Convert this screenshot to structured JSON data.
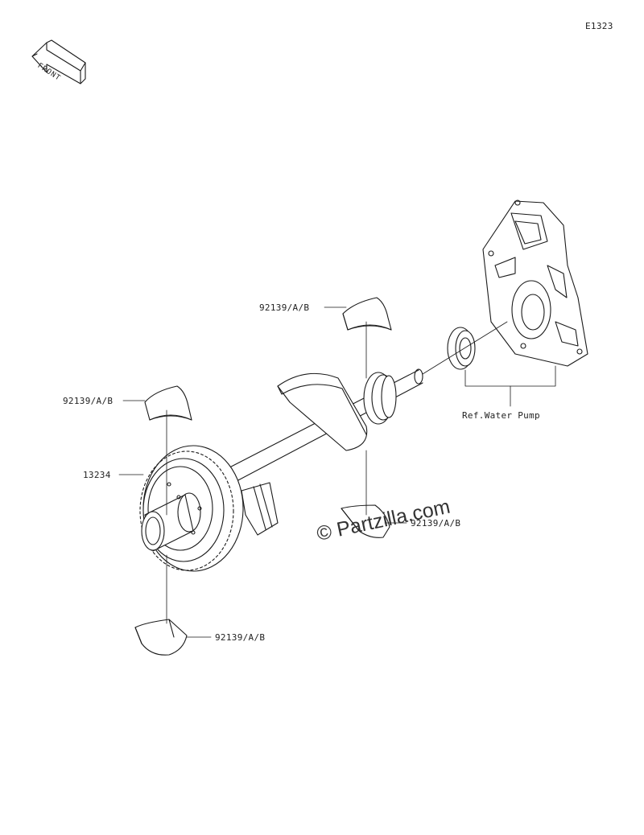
{
  "diagram_code": "E1323",
  "front_label": "FRONT",
  "labels": {
    "bearing_top": "92139/A/B",
    "bearing_left": "92139/A/B",
    "gear": "13234",
    "bearing_right": "92139/A/B",
    "bearing_bottom": "92139/A/B",
    "water_pump": "Ref.Water Pump"
  },
  "watermark": "© Partzilla.com"
}
